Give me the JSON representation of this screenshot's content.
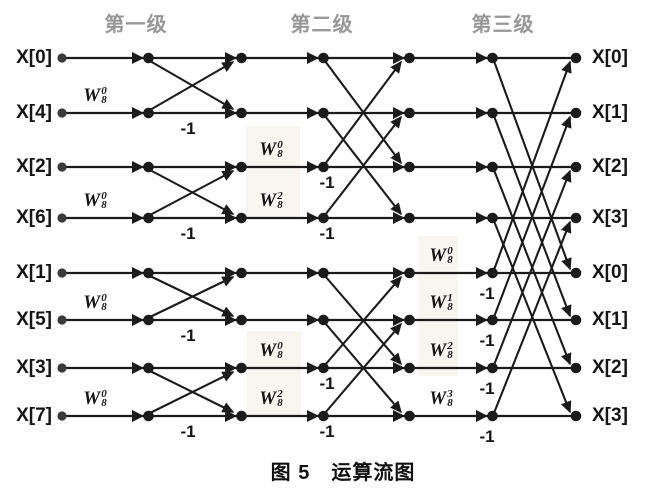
{
  "figure": {
    "stage_titles": [
      "第一级",
      "第二级",
      "第三级"
    ],
    "caption": "图 5　运算流图",
    "input_labels": [
      "X[0]",
      "X[4]",
      "X[2]",
      "X[6]",
      "X[1]",
      "X[5]",
      "X[3]",
      "X[7]"
    ],
    "output_labels": [
      "X[0]",
      "X[1]",
      "X[2]",
      "X[3]",
      "X[0]",
      "X[1]",
      "X[2]",
      "X[3]"
    ],
    "twiddles": {
      "base": "W",
      "sub": "8",
      "stage1": [
        {
          "row": 1,
          "sup": "0"
        },
        {
          "row": 3,
          "sup": "0"
        },
        {
          "row": 5,
          "sup": "0"
        },
        {
          "row": 7,
          "sup": "0"
        }
      ],
      "stage2": [
        {
          "row": 2,
          "sup": "0"
        },
        {
          "row": 3,
          "sup": "2"
        },
        {
          "row": 6,
          "sup": "0"
        },
        {
          "row": 7,
          "sup": "2"
        }
      ],
      "stage3": [
        {
          "row": 4,
          "sup": "0"
        },
        {
          "row": 5,
          "sup": "1"
        },
        {
          "row": 6,
          "sup": "2"
        },
        {
          "row": 7,
          "sup": "3"
        }
      ]
    },
    "gain_label": "-1",
    "gain_rows": {
      "stage1": [
        1,
        3,
        5,
        7
      ],
      "stage2": [
        2,
        3,
        6,
        7
      ],
      "stage3": [
        4,
        5,
        6,
        7
      ]
    },
    "butterflies": {
      "stage1": [
        [
          0,
          1
        ],
        [
          2,
          3
        ],
        [
          4,
          5
        ],
        [
          6,
          7
        ]
      ],
      "stage2": [
        [
          0,
          2
        ],
        [
          1,
          3
        ],
        [
          4,
          6
        ],
        [
          5,
          7
        ]
      ],
      "stage3": [
        [
          0,
          4
        ],
        [
          1,
          5
        ],
        [
          2,
          6
        ],
        [
          3,
          7
        ]
      ]
    },
    "colors": {
      "line": "#1b1b1b",
      "stage_title": "#979797",
      "text": "#151515",
      "input_node": "#3a3a3a"
    }
  }
}
